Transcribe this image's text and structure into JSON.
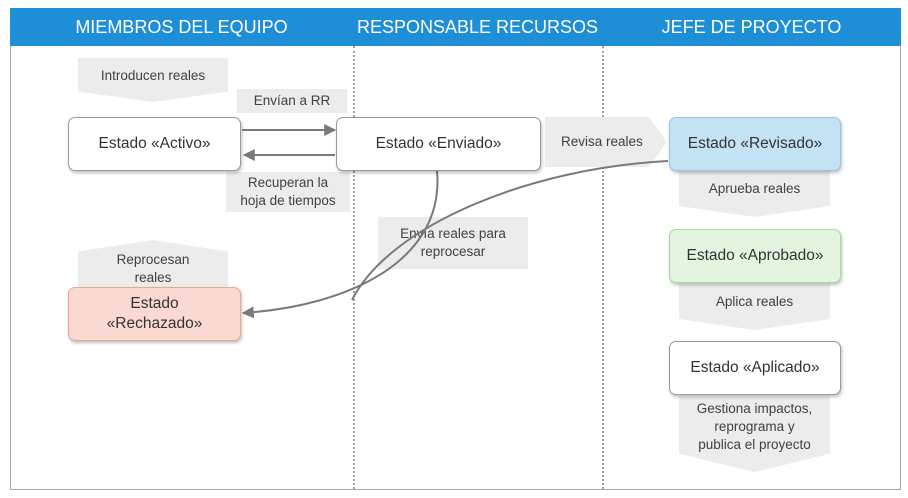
{
  "lanes": {
    "team": "MIEMBROS DEL EQUIPO",
    "resource_manager": "RESPONSABLE RECURSOS",
    "project_manager": "JEFE DE PROYECTO"
  },
  "states": {
    "active": "Estado «Activo»",
    "sent": "Estado «Enviado»",
    "reviewed": "Estado «Revisado»",
    "approved": "Estado «Aprobado»",
    "applied": "Estado «Aplicado»",
    "rejected_line1": "Estado",
    "rejected_line2": "«Rechazado»"
  },
  "actions": {
    "enter_actuals": "Introducen reales",
    "send_to_rr": "Envían a RR",
    "recall_line1": "Recuperan la",
    "recall_line2": "hoja de tiempos",
    "reprocess_line1": "Reprocesan",
    "reprocess_line2": "reales",
    "review_actuals": "Revisa reales",
    "send_back_line1": "Envía reales para",
    "send_back_line2": "reprocesar",
    "approve_actuals": "Aprueba reales",
    "apply_actuals": "Aplica reales",
    "manage_line1": "Gestiona impactos,",
    "manage_line2": "reprograma y",
    "manage_line3": "publica el proyecto"
  },
  "colors": {
    "header": "#1e8ed6",
    "reviewed": "#c3e3f4",
    "approved": "#e3f4df",
    "rejected": "#f9d9d1"
  }
}
